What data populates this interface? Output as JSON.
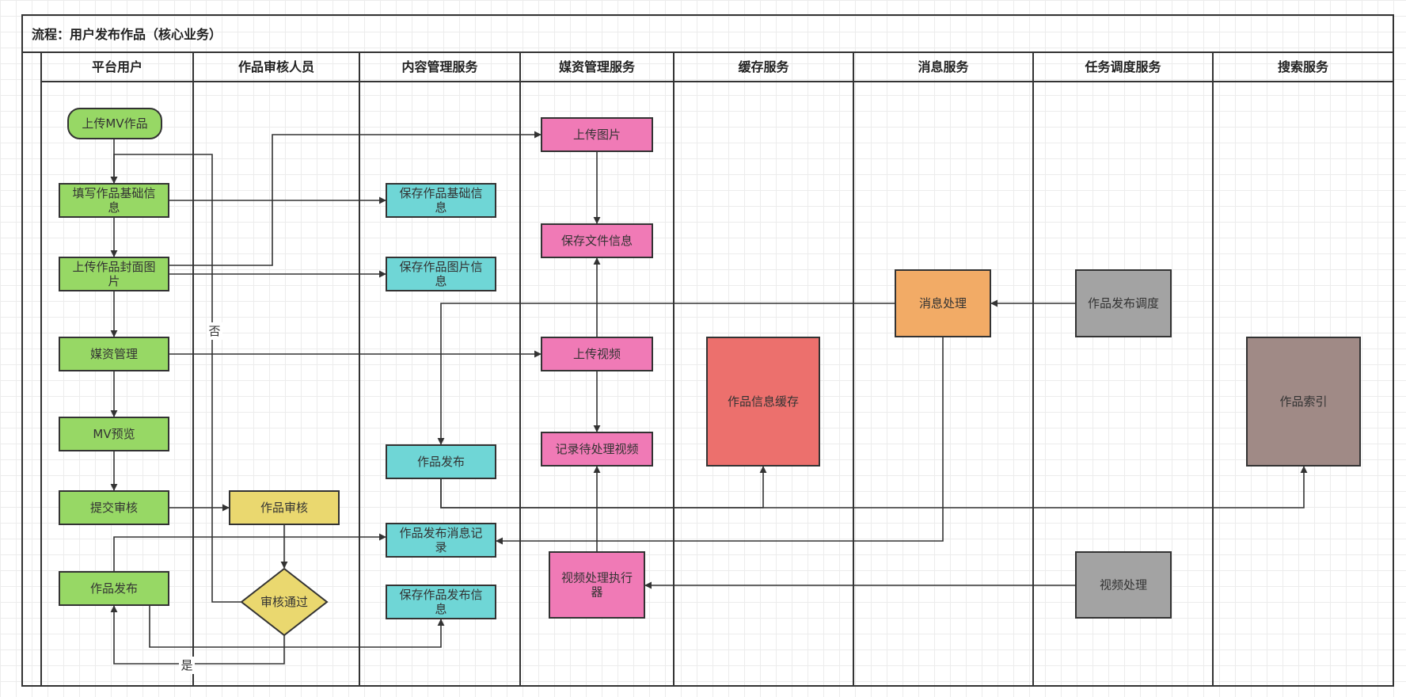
{
  "pool": {
    "title": "流程：用户发布作品（核心业务）"
  },
  "lanes": [
    {
      "id": "user",
      "title": "平台用户"
    },
    {
      "id": "reviewer",
      "title": "作品审核人员"
    },
    {
      "id": "content",
      "title": "内容管理服务"
    },
    {
      "id": "media",
      "title": "媒资管理服务"
    },
    {
      "id": "cache",
      "title": "缓存服务"
    },
    {
      "id": "message",
      "title": "消息服务"
    },
    {
      "id": "task",
      "title": "任务调度服务"
    },
    {
      "id": "search",
      "title": "搜索服务"
    }
  ],
  "colors": {
    "user": "#97d865",
    "reviewer": "#ead86f",
    "content": "#6fd6d6",
    "media": "#f07ab6",
    "cache": "#ec706d",
    "message": "#f2ab66",
    "task": "#a3a3a3",
    "search": "#a08a86",
    "line": "#333333"
  },
  "nodes": [
    {
      "id": "upload_mv",
      "label": [
        "上传MV作品"
      ],
      "shape": "terminator",
      "lane": "user"
    },
    {
      "id": "fill_info",
      "label": [
        "填写作品基础信",
        "息"
      ],
      "shape": "rect",
      "lane": "user"
    },
    {
      "id": "upload_cover",
      "label": [
        "上传作品封面图",
        "片"
      ],
      "shape": "rect",
      "lane": "user"
    },
    {
      "id": "media_mgmt",
      "label": [
        "媒资管理"
      ],
      "shape": "rect",
      "lane": "user"
    },
    {
      "id": "mv_preview",
      "label": [
        "MV预览"
      ],
      "shape": "rect",
      "lane": "user"
    },
    {
      "id": "submit_review",
      "label": [
        "提交审核"
      ],
      "shape": "rect",
      "lane": "user"
    },
    {
      "id": "user_publish",
      "label": [
        "作品发布"
      ],
      "shape": "rect",
      "lane": "user"
    },
    {
      "id": "review",
      "label": [
        "作品审核"
      ],
      "shape": "rect",
      "lane": "reviewer"
    },
    {
      "id": "review_pass",
      "label": [
        "审核通过"
      ],
      "shape": "diamond",
      "lane": "reviewer"
    },
    {
      "id": "save_basic",
      "label": [
        "保存作品基础信",
        "息"
      ],
      "shape": "rect",
      "lane": "content"
    },
    {
      "id": "save_image_info",
      "label": [
        "保存作品图片信",
        "息"
      ],
      "shape": "rect",
      "lane": "content"
    },
    {
      "id": "content_publish",
      "label": [
        "作品发布"
      ],
      "shape": "rect",
      "lane": "content"
    },
    {
      "id": "publish_msg",
      "label": [
        "作品发布消息记",
        "录"
      ],
      "shape": "rect",
      "lane": "content"
    },
    {
      "id": "save_publish_info",
      "label": [
        "保存作品发布信",
        "息"
      ],
      "shape": "rect",
      "lane": "content"
    },
    {
      "id": "upload_image",
      "label": [
        "上传图片"
      ],
      "shape": "rect",
      "lane": "media"
    },
    {
      "id": "save_file",
      "label": [
        "保存文件信息"
      ],
      "shape": "rect",
      "lane": "media"
    },
    {
      "id": "upload_video",
      "label": [
        "上传视频"
      ],
      "shape": "rect",
      "lane": "media"
    },
    {
      "id": "record_video",
      "label": [
        "记录待处理视频"
      ],
      "shape": "rect",
      "lane": "media"
    },
    {
      "id": "video_executor",
      "label": [
        "视频处理执行",
        "器"
      ],
      "shape": "rect",
      "lane": "media"
    },
    {
      "id": "info_cache",
      "label": [
        "作品信息缓存"
      ],
      "shape": "rect",
      "lane": "cache"
    },
    {
      "id": "msg_process",
      "label": [
        "消息处理"
      ],
      "shape": "rect",
      "lane": "message"
    },
    {
      "id": "publish_schedule",
      "label": [
        "作品发布调度"
      ],
      "shape": "rect",
      "lane": "task"
    },
    {
      "id": "video_process",
      "label": [
        "视频处理"
      ],
      "shape": "rect",
      "lane": "task"
    },
    {
      "id": "work_index",
      "label": [
        "作品索引"
      ],
      "shape": "rect",
      "lane": "search"
    }
  ],
  "edges": [
    {
      "from": "upload_mv",
      "to": "fill_info"
    },
    {
      "from": "fill_info",
      "to": "upload_cover"
    },
    {
      "from": "upload_cover",
      "to": "media_mgmt"
    },
    {
      "from": "media_mgmt",
      "to": "mv_preview"
    },
    {
      "from": "mv_preview",
      "to": "submit_review"
    },
    {
      "from": "fill_info",
      "to": "save_basic"
    },
    {
      "from": "upload_cover",
      "to": "save_image_info"
    },
    {
      "from": "upload_cover",
      "to": "upload_image"
    },
    {
      "from": "media_mgmt",
      "to": "upload_video"
    },
    {
      "from": "upload_image",
      "to": "save_file"
    },
    {
      "from": "upload_video",
      "to": "save_file"
    },
    {
      "from": "upload_video",
      "to": "record_video"
    },
    {
      "from": "video_executor",
      "to": "record_video"
    },
    {
      "from": "video_process",
      "to": "video_executor"
    },
    {
      "from": "publish_schedule",
      "to": "msg_process"
    },
    {
      "from": "msg_process",
      "to": "content_publish"
    },
    {
      "from": "msg_process",
      "to": "publish_msg"
    },
    {
      "from": "content_publish",
      "to": "info_cache"
    },
    {
      "from": "content_publish",
      "to": "work_index"
    },
    {
      "from": "submit_review",
      "to": "review"
    },
    {
      "from": "review",
      "to": "review_pass"
    },
    {
      "from": "review_pass",
      "to": "user_publish",
      "label": "是"
    },
    {
      "from": "review_pass",
      "to": "fill_info",
      "label": "否"
    },
    {
      "from": "user_publish",
      "to": "publish_msg"
    },
    {
      "from": "user_publish",
      "to": "save_publish_info"
    }
  ]
}
